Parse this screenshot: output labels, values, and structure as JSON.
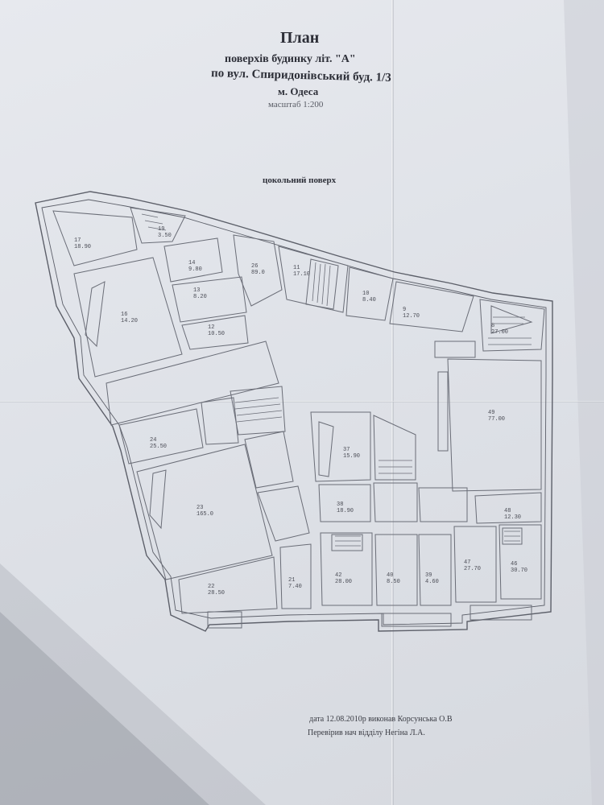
{
  "document": {
    "title": "План",
    "subtitle_line1": "поверхів  будинку літ. \"А\"",
    "subtitle_line2": "по вул. Спиридонівський      буд. 1/3",
    "city": "м. Одеса",
    "scale": "масштаб 1:200",
    "floor_label": "цокольний  поверх",
    "footer_line1": "дата 12.08.2010р  виконав  Корсунська О.В",
    "footer_line2": "Перевірив нач відділу   Негіна Л.А."
  },
  "rooms": [
    {
      "id": "r1",
      "label": "17\n18.90"
    },
    {
      "id": "r2",
      "label": "16\n14.20"
    },
    {
      "id": "r3",
      "label": "19\n3.50"
    },
    {
      "id": "r4",
      "label": "14\n9.80"
    },
    {
      "id": "r5",
      "label": "13\n8.20"
    },
    {
      "id": "r6",
      "label": "12\n10.50"
    },
    {
      "id": "r7",
      "label": "11\n17.10"
    },
    {
      "id": "r8",
      "label": "10\n8.40"
    },
    {
      "id": "r9",
      "label": "9\n12.70"
    },
    {
      "id": "r10",
      "label": "26\n89.0"
    },
    {
      "id": "r11",
      "label": "24\n25.50"
    },
    {
      "id": "r12",
      "label": "23\n165.0"
    },
    {
      "id": "r13",
      "label": "22\n28.50"
    },
    {
      "id": "r14",
      "label": "21\n7.40"
    },
    {
      "id": "r15",
      "label": "49\n77.00"
    },
    {
      "id": "r16",
      "label": "37\n15.90"
    },
    {
      "id": "r17",
      "label": "38\n18.90"
    },
    {
      "id": "r18",
      "label": "48\n12.30"
    },
    {
      "id": "r19",
      "label": "47\n27.70"
    },
    {
      "id": "r20",
      "label": "46\n30.70"
    },
    {
      "id": "r21",
      "label": "42\n28.00"
    },
    {
      "id": "r22",
      "label": "40\n8.50"
    },
    {
      "id": "r23",
      "label": "39\n4.60"
    },
    {
      "id": "r24",
      "label": "8\n27.00"
    }
  ]
}
